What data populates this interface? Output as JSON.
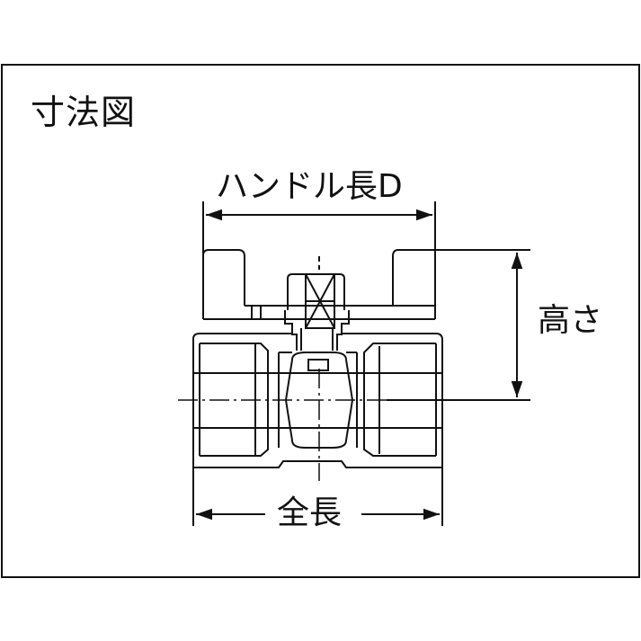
{
  "diagram": {
    "title": "寸法図",
    "subject": "ball-valve",
    "dimensions": {
      "handle_length": "ハンドル長D",
      "height": "高さ",
      "overall_length": "全長"
    },
    "colors": {
      "line": "#111111",
      "background": "#ffffff"
    }
  }
}
